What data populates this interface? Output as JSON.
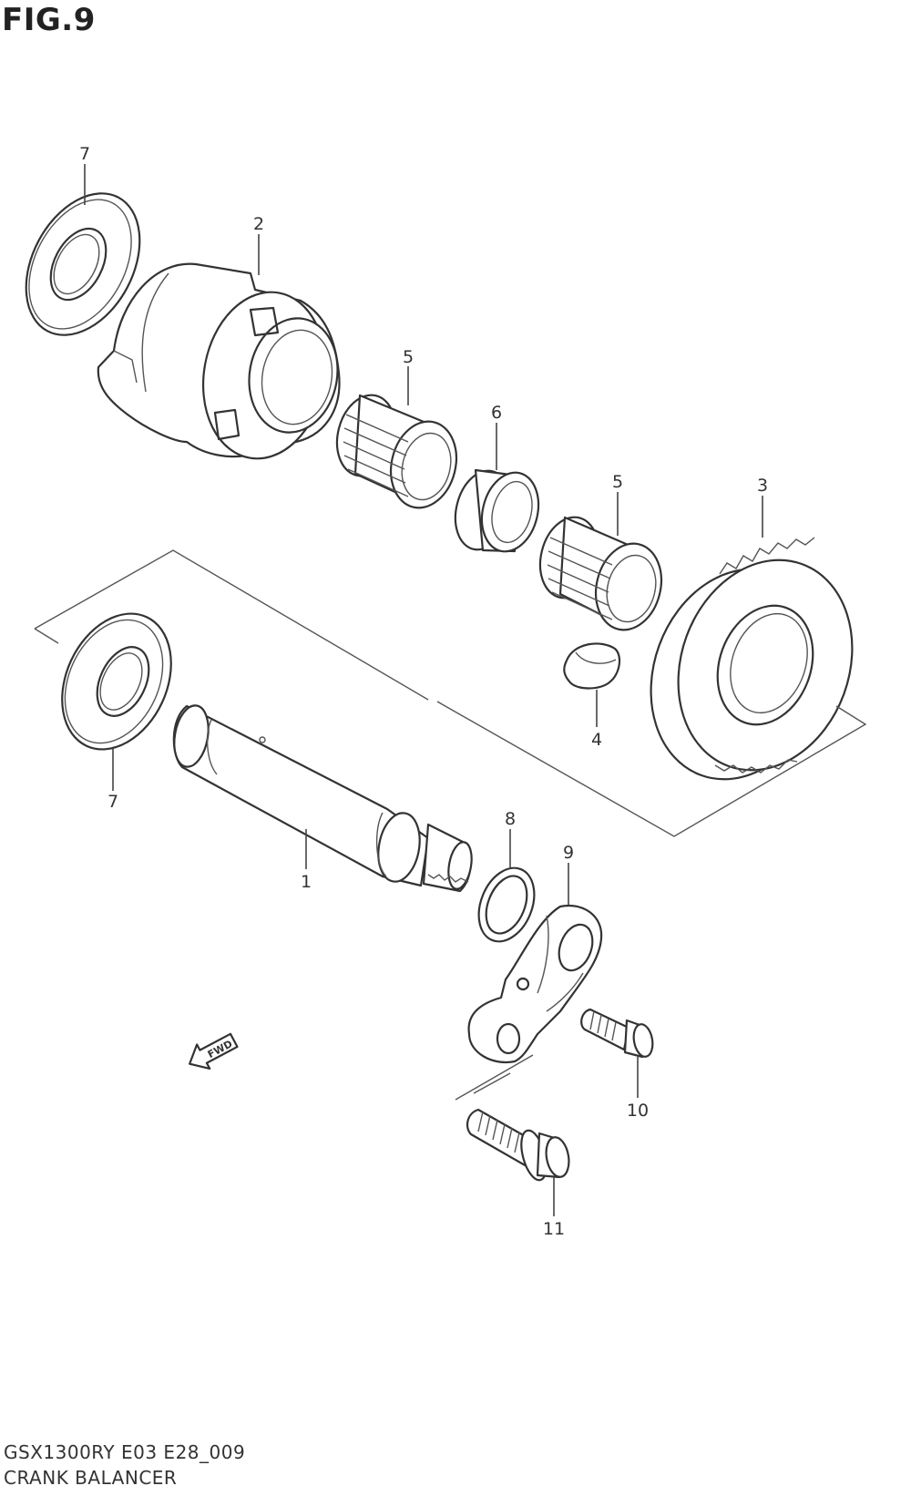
{
  "figure": {
    "title": "FIG.9"
  },
  "callouts": {
    "c1": "1",
    "c2": "2",
    "c3": "3",
    "c4": "4",
    "c5a": "5",
    "c5b": "5",
    "c6": "6",
    "c7a": "7",
    "c7b": "7",
    "c8": "8",
    "c9": "9",
    "c10": "10",
    "c11": "11"
  },
  "fwd_label": "FWD",
  "caption": {
    "code": "GSX1300RY E03 E28_009",
    "name": "CRANK BALANCER"
  }
}
